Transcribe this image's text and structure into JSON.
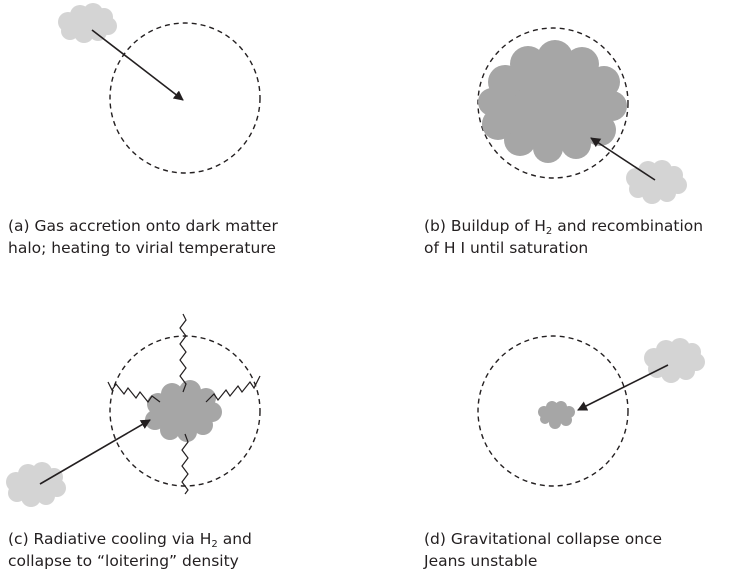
{
  "panels": [
    {
      "id": "a",
      "caption_line1": "(a) Gas accretion onto dark matter",
      "caption_line2": "halo; heating to virial temperature"
    },
    {
      "id": "b",
      "caption_line1_pre": "(b) Buildup of H",
      "caption_line1_sub": "2",
      "caption_line1_post": " and recombination",
      "caption_line2": "of H I until saturation"
    },
    {
      "id": "c",
      "caption_line1_pre": "(c) Radiative cooling via H",
      "caption_line1_sub": "2",
      "caption_line1_post": " and",
      "caption_line2": "collapse to “loitering” density"
    },
    {
      "id": "d",
      "caption_line1": "(d) Gravitational collapse once",
      "caption_line2": "Jeans unstable"
    }
  ],
  "colors": {
    "light_cloud": "#d4d4d4",
    "dark_cloud": "#a6a6a6",
    "halo_stroke": "#231f20",
    "arrow": "#231f20"
  }
}
